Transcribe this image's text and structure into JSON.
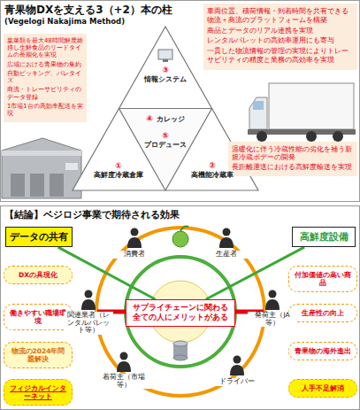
{
  "diagram": {
    "title": "青果物DXを支える3（+2）本の柱",
    "nodes": [
      {
        "text": [
          "青果物DXを支える3（+2）本の柱",
          "(Vegelogi Nakajima Method)"
        ]
      },
      {
        "text": [
          "葉菜類を最大48時間鮮度維持し生鮮食品のリードタイムの長期化を実現",
          "広域における青果物の集約",
          "自動ピッキング、パレタイズ",
          "商流・トレーサビリティのデータ登録",
          "1市場1台の高効率配送を実現"
        ],
        "in": 0
      },
      {
        "text": [
          "車両位置、積荷情報・到着時間を共有できる物流＋商流のプラットフォームを構築",
          "商品とデータのリアル連携を実現",
          "レンタルパレットの高効率運用にも寄与",
          "一貫した物流情報の管理の実現によりトレーサビリティの精度と業務の高効率を実現"
        ],
        "in": 0
      },
      {
        "text": [
          "温暖化に伴う冷蔵性能の劣化を補う新規冷蔵ボデーの開発",
          "長距離運送における高鮮度輸送を実現"
        ],
        "in": 0
      },
      {
        "text": [
          "③",
          "情報システム"
        ],
        "in": 0
      },
      {
        "text": [
          "④",
          "カレッジ"
        ],
        "in": 0
      },
      {
        "text": [
          "⑤",
          "プロデュース"
        ],
        "in": 0
      },
      {
        "text": [
          "①",
          "高鮮度冷蔵倉庫"
        ],
        "in": 0
      },
      {
        "text": [
          "②",
          "高機能冷蔵車"
        ],
        "in": 0
      },
      {
        "text": [
          "【結論】ベジロジ事業で期待される効果"
        ]
      },
      {
        "text": [
          "データの共有"
        ],
        "in": 9
      },
      {
        "text": [
          "高鮮度設備"
        ],
        "in": 9
      },
      {
        "text": [
          "サプライチェーンに関わる全ての人にメリットがある"
        ],
        "in": 9
      },
      {
        "text": [
          "DXの具現化"
        ],
        "in": 9
      },
      {
        "text": [
          "働きやすい職場環境"
        ],
        "in": 9
      },
      {
        "text": [
          "物流の2024年問題解決"
        ],
        "in": 9
      },
      {
        "text": [
          "フィジカルインターネット"
        ],
        "in": 9
      },
      {
        "text": [
          "付加価値の高い商品"
        ],
        "in": 9
      },
      {
        "text": [
          "生産性の向上"
        ],
        "in": 9
      },
      {
        "text": [
          "青果物の海外進出"
        ],
        "in": 9
      },
      {
        "text": [
          "人手不足解消"
        ],
        "in": 9
      }
    ],
    "edges": [
      {
        "from": 10,
        "to": 12,
        "arrow": "none"
      },
      {
        "from": 11,
        "to": 12,
        "arrow": "none"
      }
    ],
    "labels": [
      "消費者",
      "生産者",
      "関連業者（レンタルパレット等）",
      "発荷主（JA等）",
      "着荷主（市場等）",
      "ドライバー"
    ]
  }
}
